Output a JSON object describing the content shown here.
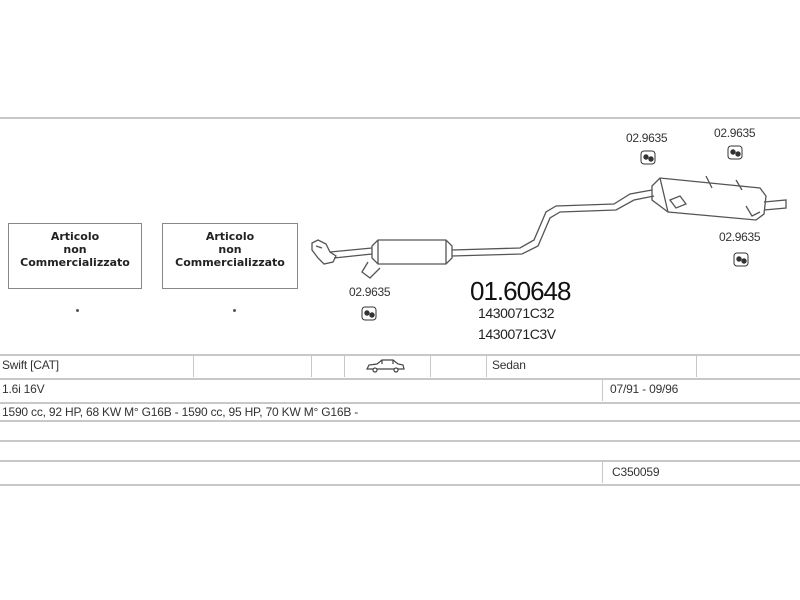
{
  "labels": {
    "box_left": [
      "Articolo",
      "non",
      "Commercializzato"
    ],
    "box_right": [
      "Articolo",
      "non",
      "Commercializzato"
    ],
    "hanger_top_left": "02.9635",
    "hanger_top_right": "02.9635",
    "hanger_right": "02.9635",
    "hanger_bottom_left": "02.9635",
    "main_code": "01.60648",
    "sub_code_1": "1430071C32",
    "sub_code_2": "1430071C3V"
  },
  "table": {
    "model": "Swift  [CAT]",
    "body_type": "Sedan",
    "engine": "1.6i 16V",
    "years": "07/91 - 09/96",
    "specs": "1590 cc, 92 HP, 68 KW  M° G16B -  1590 cc, 95 HP, 70 KW  M° G16B -",
    "ref": "C350059"
  },
  "icons": {
    "car": "car-sedan-icon",
    "hanger": "rubber-hanger-icon"
  }
}
